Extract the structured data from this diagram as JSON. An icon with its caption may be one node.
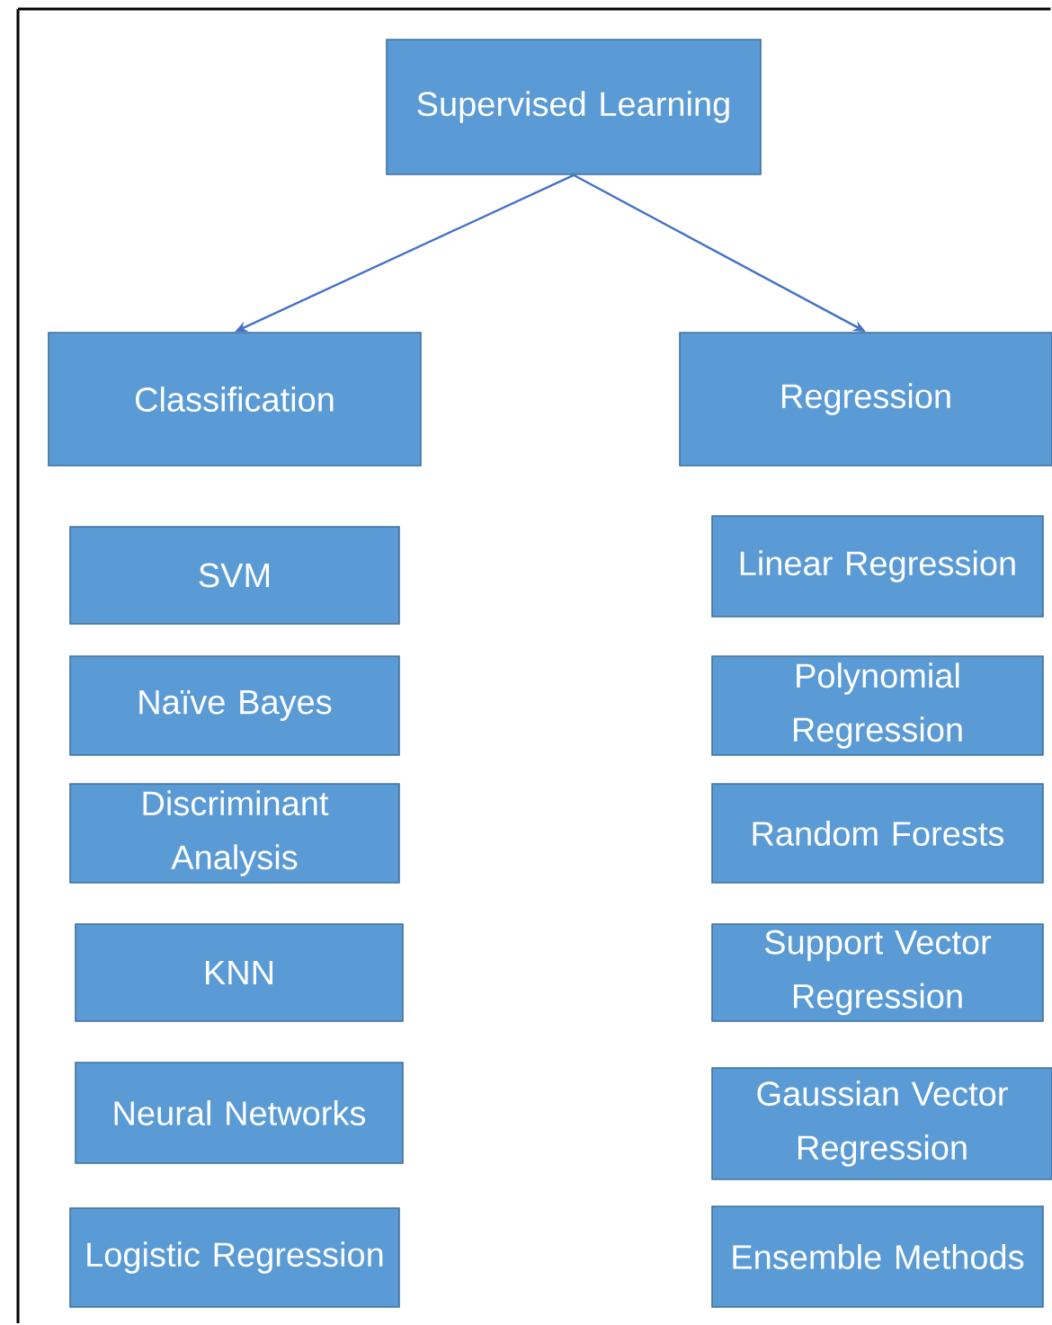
{
  "diagram": {
    "nodes": [
      {
        "text": [
          "Supervised Learning"
        ]
      },
      {
        "text": [
          "Classification"
        ]
      },
      {
        "text": [
          "Regression"
        ]
      },
      {
        "text": [
          "SVM"
        ]
      },
      {
        "text": [
          "Naïve Bayes"
        ]
      },
      {
        "text": [
          "Discriminant Analysis"
        ]
      },
      {
        "text": [
          "KNN"
        ]
      },
      {
        "text": [
          "Neural Networks"
        ]
      },
      {
        "text": [
          "Logistic Regression"
        ]
      },
      {
        "text": [
          "Linear Regression"
        ]
      },
      {
        "text": [
          "Polynomial Regression"
        ]
      },
      {
        "text": [
          "Random Forests"
        ]
      },
      {
        "text": [
          "Support Vector Regression"
        ]
      },
      {
        "text": [
          "Gaussian Vector Regression"
        ]
      },
      {
        "text": [
          "Ensemble Methods"
        ]
      }
    ],
    "edges": [
      {
        "from": 0,
        "to": 1,
        "arrow": "to"
      },
      {
        "from": 0,
        "to": 2,
        "arrow": "to"
      }
    ]
  }
}
